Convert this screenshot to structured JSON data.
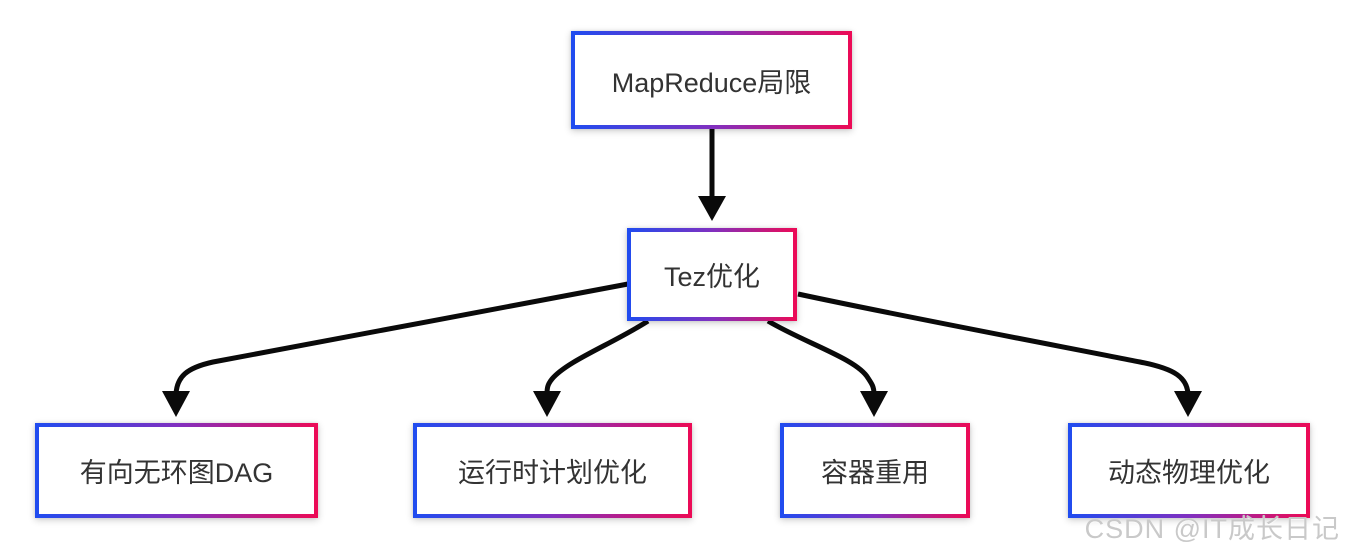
{
  "diagram": {
    "nodes": [
      {
        "id": "mapreduce-limit",
        "label": "MapReduce局限"
      },
      {
        "id": "tez-optimization",
        "label": "Tez优化"
      },
      {
        "id": "dag",
        "label": "有向无环图DAG"
      },
      {
        "id": "runtime-plan-optimization",
        "label": "运行时计划优化"
      },
      {
        "id": "container-reuse",
        "label": "容器重用"
      },
      {
        "id": "dynamic-physical-optimization",
        "label": "动态物理优化"
      }
    ],
    "edges": [
      {
        "from": "mapreduce-limit",
        "to": "tez-optimization"
      },
      {
        "from": "tez-optimization",
        "to": "dag"
      },
      {
        "from": "tez-optimization",
        "to": "runtime-plan-optimization"
      },
      {
        "from": "tez-optimization",
        "to": "container-reuse"
      },
      {
        "from": "tez-optimization",
        "to": "dynamic-physical-optimization"
      }
    ]
  },
  "watermark": {
    "text": "CSDN @IT成长日记"
  },
  "colors": {
    "border_gradient_start": "#1f4cf0",
    "border_gradient_mid": "#8030c0",
    "border_gradient_end": "#ed0a55",
    "arrow": "#0a0a0a",
    "node_text": "#333333",
    "watermark": "#c9c9c9",
    "background": "#ffffff"
  }
}
